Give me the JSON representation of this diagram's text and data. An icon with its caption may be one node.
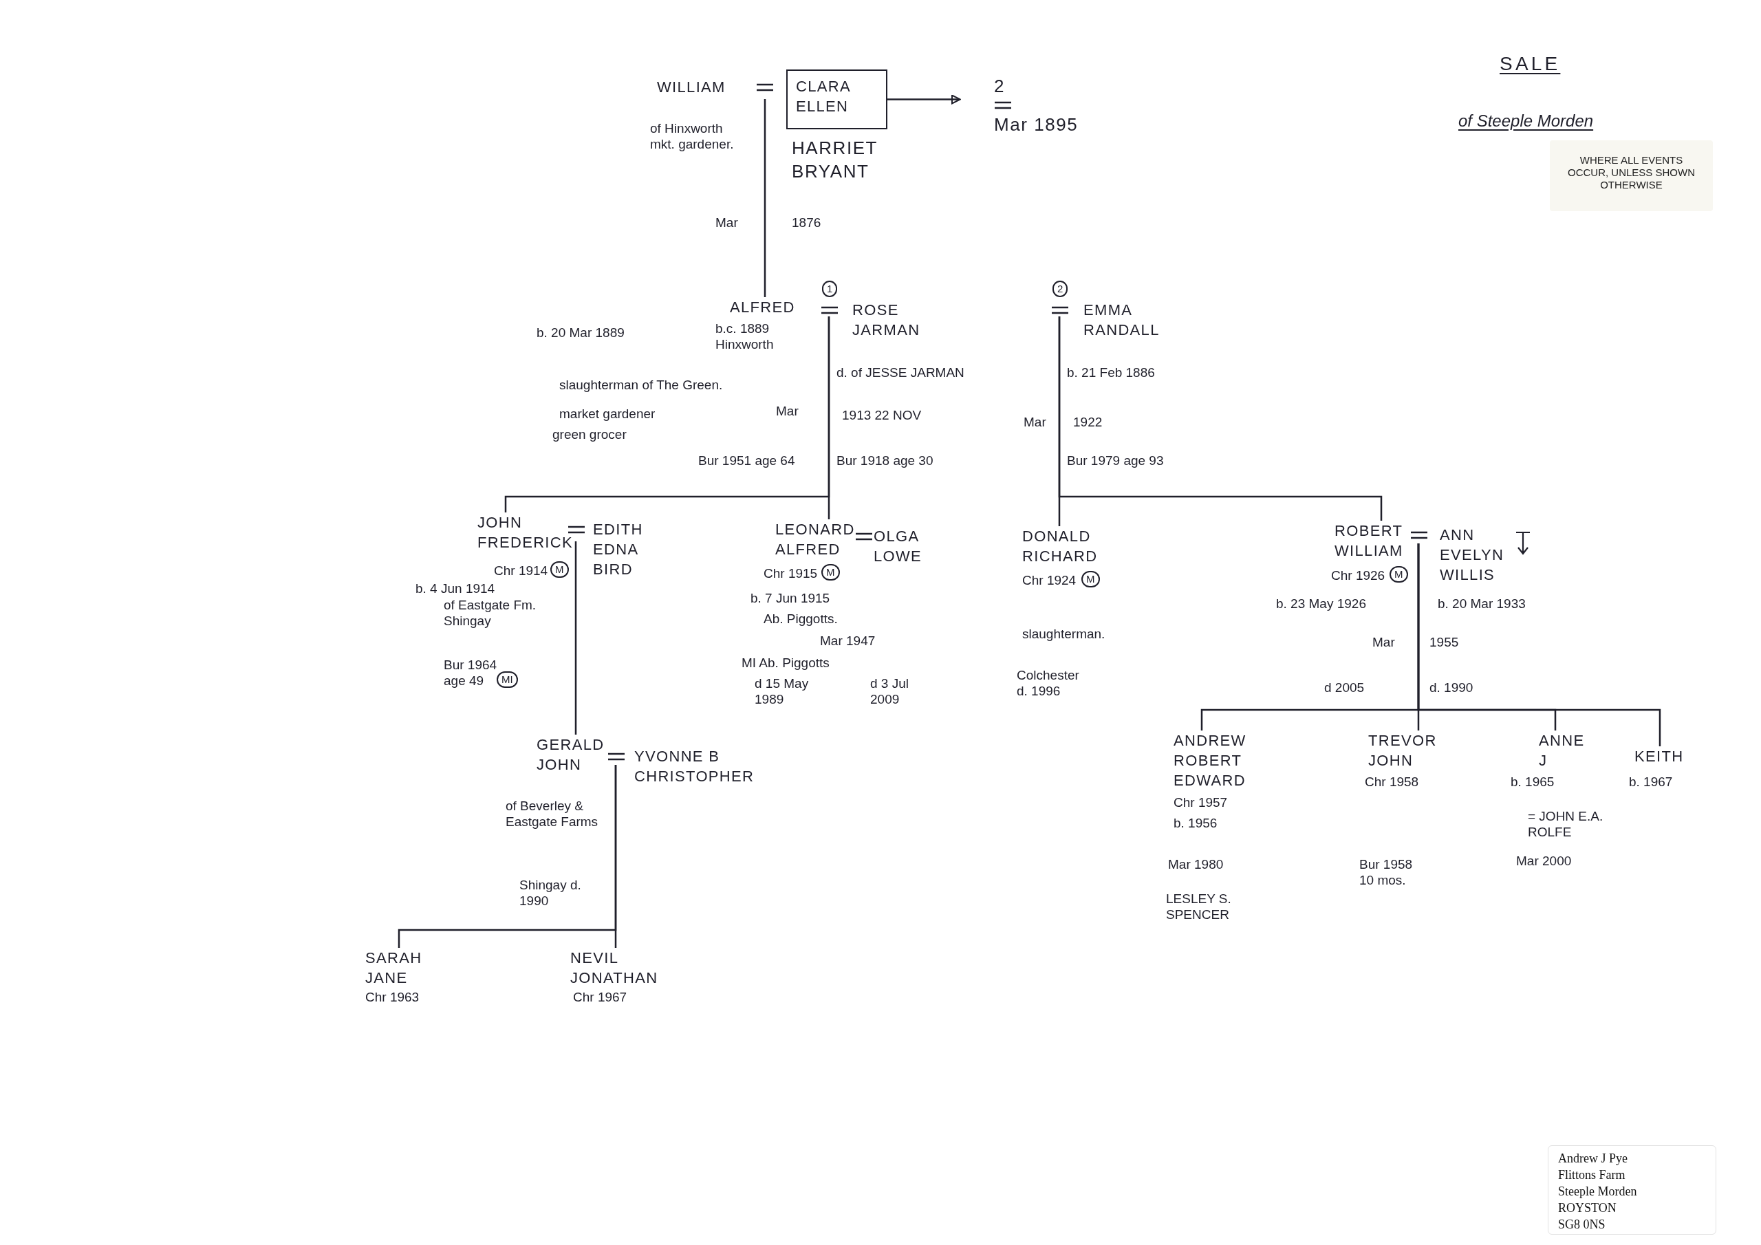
{
  "diagram": {
    "title": "SALE",
    "nodes": [
      {
        "text": [
          "WILLIAM"
        ],
        "beside": [
          "of Hinxworth mkt. gardener."
        ]
      },
      {
        "text": [
          "CLARA ELLEN"
        ]
      },
      {
        "text": [
          "2",
          "Mar 1895"
        ]
      },
      {
        "text": [
          "HARRIET BRYANT"
        ],
        "beside": [
          "1876"
        ]
      },
      {
        "text": [
          "ALFRED"
        ],
        "beside": [
          "b. 20 Mar 1889",
          "b.c. 1889 Hinxworth",
          "slaughterman of The Green.",
          "market gardener",
          "green grocer",
          "Mar",
          "Bur 1951 age 64"
        ]
      },
      {
        "text": [
          "ROSE JARMAN"
        ],
        "beside": [
          "1",
          "d. of JESSE JARMAN",
          "1913 22 NOV",
          "Bur 1918 age 30"
        ]
      },
      {
        "text": [
          "EMMA RANDALL"
        ],
        "beside": [
          "2",
          "b. 21 Feb 1886",
          "Mar",
          "1922",
          "Bur 1979 age 93"
        ]
      },
      {
        "text": [
          "JOHN FREDERICK"
        ],
        "beside": [
          "Chr 1914",
          "M",
          "b. 4 Jun 1914",
          "of Eastgate Fm. Shingay",
          "Bur 1964 age 49",
          "MI"
        ]
      },
      {
        "text": [
          "EDITH EDNA BIRD"
        ]
      },
      {
        "text": [
          "LEONARD ALFRED"
        ],
        "beside": [
          "Chr 1915",
          "M",
          "b. 7 Jun 1915",
          "Ab. Piggotts.",
          "Mar 1947",
          "MI Ab. Piggotts",
          "d 15 May 1989"
        ]
      },
      {
        "text": [
          "OLGA LOWE"
        ]
      },
      {
        "text": [
          "DONALD RICHARD"
        ],
        "beside": [
          "Chr 1924",
          "M",
          "slaughterman.",
          "Colchester d. 1996"
        ]
      },
      {
        "text": [
          "ROBERT WILLIAM"
        ],
        "beside": [
          "Chr 1926",
          "M",
          "b. 23 May 1926",
          "Mar",
          "d 2005"
        ]
      },
      {
        "text": [
          "ANN EVELYN WILLIS"
        ],
        "beside": [
          "b. 20 Mar 1933",
          "1955",
          "d. 1990"
        ]
      },
      {
        "text": [
          "GERALD JOHN"
        ],
        "beside": [
          "of Beverley & Eastgate Farms",
          "Shingay d. 1990"
        ]
      },
      {
        "text": [
          "YVONNE B CHRISTOPHER"
        ]
      },
      {
        "text": [
          "SARAH JANE"
        ],
        "beside": [
          "Chr 1963"
        ]
      },
      {
        "text": [
          "NEVIL JONATHAN"
        ],
        "beside": [
          "Chr 1967"
        ]
      },
      {
        "text": [
          "ANDREW ROBERT EDWARD"
        ],
        "beside": [
          "Chr 1957",
          "b. 1956",
          "Mar 1980",
          "LESLEY S. SPENCER"
        ]
      },
      {
        "text": [
          "TREVOR JOHN"
        ],
        "beside": [
          "Chr 1958"
        ]
      },
      {
        "text": [
          "ANNE J"
        ],
        "beside": [
          "b. 1965",
          "= JOHN E.A. ROLFE",
          "Mar 2000"
        ]
      },
      {
        "text": [
          "KEITH"
        ],
        "beside": [
          "b. 1967"
        ]
      }
    ],
    "edges": [
      {
        "from": 0,
        "to": 4,
        "arrow": "none"
      },
      {
        "from": 1,
        "to": 2,
        "arrow": "to"
      },
      {
        "from": 5,
        "to": 7,
        "arrow": "none"
      },
      {
        "from": 5,
        "to": 9,
        "arrow": "none"
      },
      {
        "from": 6,
        "to": 11,
        "arrow": "none"
      },
      {
        "from": 6,
        "to": 12,
        "arrow": "none"
      },
      {
        "from": 8,
        "to": 14,
        "arrow": "none"
      },
      {
        "from": 15,
        "to": 16,
        "arrow": "none"
      },
      {
        "from": 15,
        "to": 17,
        "arrow": "none"
      },
      {
        "from": 13,
        "to": 18,
        "arrow": "none"
      },
      {
        "from": 13,
        "to": 19,
        "arrow": "none"
      },
      {
        "from": 13,
        "to": 20,
        "arrow": "none"
      },
      {
        "from": 13,
        "to": 21,
        "arrow": "none"
      }
    ],
    "labels": [
      "of Steeple Morden",
      "WHERE ALL EVENTS OCCUR, UNLESS SHOWN OTHERWISE",
      "Mar",
      "d 3 Jul 2009",
      "Bur 1958 10 mos.",
      "Andrew J Pye",
      "Flittons Farm",
      "Steeple Morden",
      "ROYSTON",
      "SG8 0NS"
    ]
  }
}
